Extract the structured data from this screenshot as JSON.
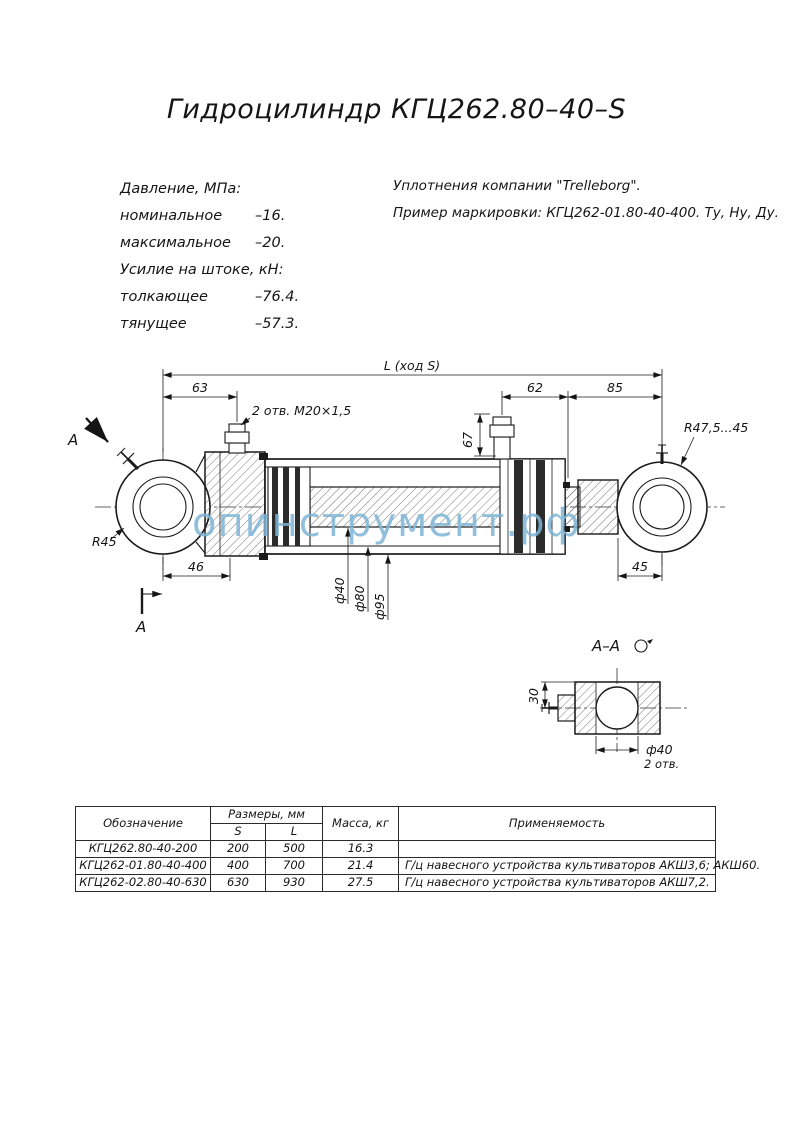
{
  "title": "Гидроцилиндр КГЦ262.80–40–S",
  "watermark": "опинструмент.рф",
  "specs": {
    "pressure_heading": "Давление, МПа:",
    "pressure_rows": [
      {
        "label": "номинальное",
        "value": "–16."
      },
      {
        "label": "максимальное",
        "value": "–20."
      }
    ],
    "force_heading": "Усилие на штоке, кН:",
    "force_rows": [
      {
        "label": "толкающее",
        "value": "–76.4."
      },
      {
        "label": "тянущее",
        "value": "–57.3."
      }
    ]
  },
  "notes": {
    "line1": "Уплотнения компании \"Trelleborg\".",
    "line2": "Пример маркировки: КГЦ262-01.80-40-400. Ту, Ну, Ду."
  },
  "drawing": {
    "dims": {
      "overall": "L (ход S)",
      "d63": "63",
      "d62": "62",
      "d85": "85",
      "d67": "67",
      "ports": "2 отв. М20×1,5",
      "r_right": "R47,5...45",
      "r_left": "R45",
      "d46": "46",
      "d45": "45",
      "dia40": "ф40",
      "dia80": "ф80",
      "dia95": "ф95",
      "section_mark": "А"
    },
    "section": {
      "title": "А–А",
      "d30": "30",
      "dia40": "ф40",
      "holes": "2 отв."
    }
  },
  "table": {
    "headers": {
      "designation": "Обозначение",
      "sizes": "Размеры, мм",
      "s": "S",
      "l": "L",
      "mass": "Масса, кг",
      "application": "Применяемость"
    },
    "rows": [
      {
        "designation": "КГЦ262.80-40-200",
        "s": "200",
        "l": "500",
        "mass": "16.3",
        "application": ""
      },
      {
        "designation": "КГЦ262-01.80-40-400",
        "s": "400",
        "l": "700",
        "mass": "21.4",
        "application": "Г/ц навесного устройства культиваторов АКШ3,6; АКШ60."
      },
      {
        "designation": "КГЦ262-02.80-40-630",
        "s": "630",
        "l": "930",
        "mass": "27.5",
        "application": "Г/ц навесного устройства культиваторов АКШ7,2."
      }
    ]
  }
}
